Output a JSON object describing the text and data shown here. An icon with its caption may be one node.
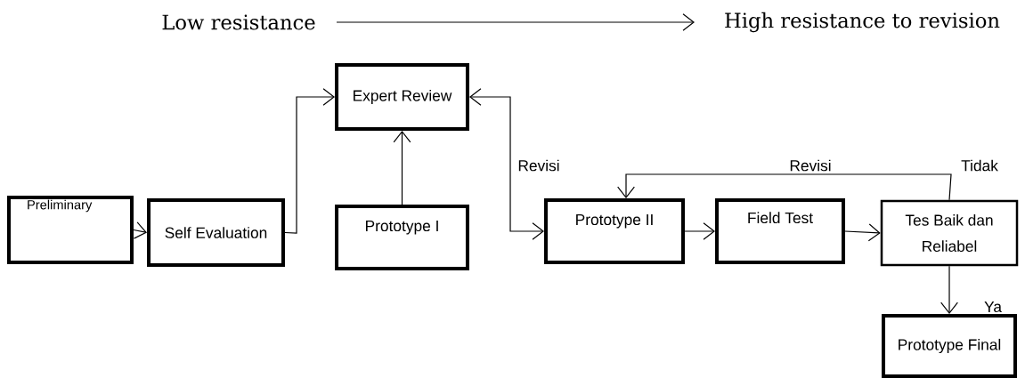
{
  "diagram": {
    "nodes": [
      {
        "text": [
          "Preliminary"
        ]
      },
      {
        "text": [
          "Self Evaluation"
        ]
      },
      {
        "text": [
          "Expert Review"
        ]
      },
      {
        "text": [
          "Prototype I"
        ]
      },
      {
        "text": [
          "Prototype II"
        ]
      },
      {
        "text": [
          "Field Test"
        ]
      },
      {
        "text": [
          "Tes Baik dan Reliabel"
        ]
      },
      {
        "text": [
          "Prototype Final"
        ]
      }
    ],
    "edges": [
      {
        "from": 0,
        "to": 1,
        "arrow": "to"
      },
      {
        "from": 1,
        "to": 2,
        "arrow": "to"
      },
      {
        "from": 3,
        "to": 2,
        "arrow": "to"
      },
      {
        "from": 4,
        "to": 2,
        "arrow": "both",
        "label": "Revisi"
      },
      {
        "from": 4,
        "to": 5,
        "arrow": "to"
      },
      {
        "from": 5,
        "to": 6,
        "arrow": "to"
      },
      {
        "from": 6,
        "to": 4,
        "arrow": "to",
        "label": "Revisi"
      },
      {
        "from": 6,
        "to": 7,
        "arrow": "to",
        "label": "Ya"
      }
    ],
    "labels": [
      "Low resistance",
      "High resistance to revision",
      "Tidak"
    ]
  }
}
